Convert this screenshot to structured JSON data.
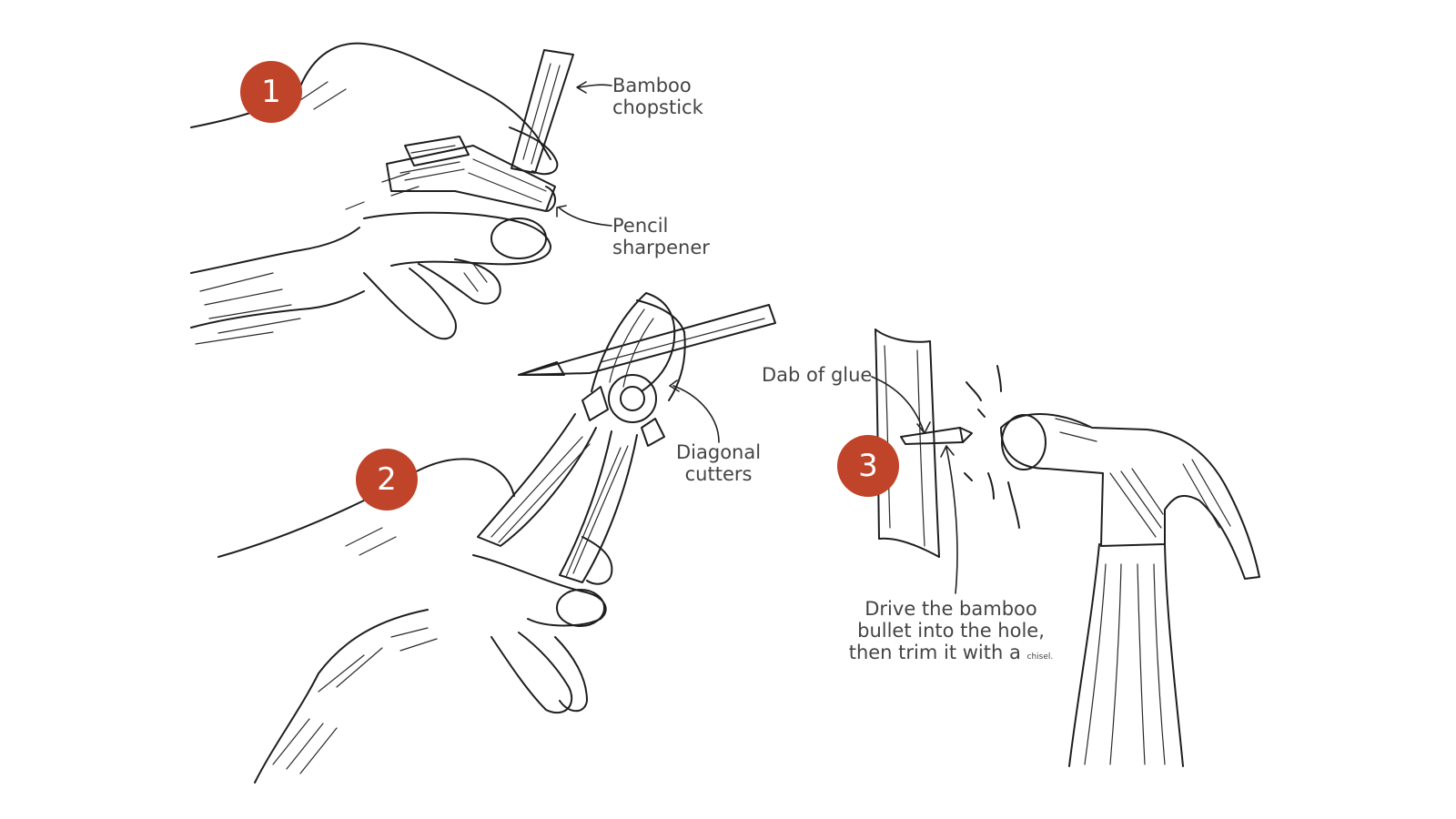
{
  "steps": [
    {
      "number": "1"
    },
    {
      "number": "2"
    },
    {
      "number": "3"
    }
  ],
  "labels": {
    "bamboo_chopstick": [
      "Bamboo",
      "chopstick"
    ],
    "pencil_sharpener": [
      "Pencil",
      "sharpener"
    ],
    "diagonal_cutters": [
      "Diagonal",
      "cutters"
    ],
    "dab_of_glue": "Dab of glue"
  },
  "caption": {
    "line1": "Drive the bamboo",
    "line2": "bullet into the hole,",
    "line3": "then trim it with a",
    "line3_small": "chisel."
  },
  "colors": {
    "badge": "#c0442a",
    "ink": "#1e1e1e",
    "label_text": "#444444"
  }
}
